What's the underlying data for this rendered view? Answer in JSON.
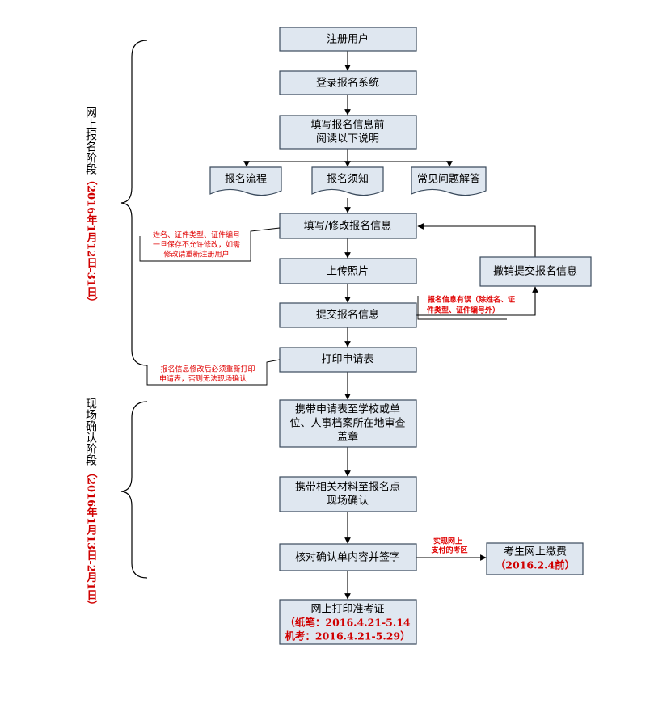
{
  "steps": {
    "register": "注册用户",
    "login": "登录报名系统",
    "read1": "填写报名信息前",
    "read2": "阅读以下说明",
    "doc_flow": "报名流程",
    "doc_notice": "报名须知",
    "doc_faq": "常见问题解答",
    "fill": "填写/修改报名信息",
    "upload": "上传照片",
    "submit": "提交报名信息",
    "cancel": "撤销提交报名信息",
    "print": "打印申请表",
    "stamp1": "携带申请表至学校或单",
    "stamp2": "位、人事档案所在地审查",
    "stamp3": "盖章",
    "confirm1": "携带相关材料至报名点",
    "confirm2": "现场确认",
    "sign": "核对确认单内容并签字",
    "pay": "考生网上缴费",
    "pay_date": "（2016.2.4前）",
    "ticket": "网上打印准考证",
    "ticket_paper": "（纸笔：2016.4.21-5.14",
    "ticket_computer": "机考：2016.4.21-5.29）"
  },
  "notes": {
    "fill_note1": "姓名、证件类型、证件编号",
    "fill_note2": "一旦保存不允许修改，如需",
    "fill_note3": "修改请重新注册用户",
    "error_note1": "报名信息有误（除姓名、证",
    "error_note2": "件类型、证件编号外）",
    "print_note1": "报名信息修改后必须重新打印",
    "print_note2": "申请表，否则无法现场确认",
    "pay_note1": "实现网上",
    "pay_note2": "支付的考区"
  },
  "phases": {
    "online_label": "网上报名阶段",
    "online_dates": "（2016年1月12日-31日）",
    "onsite_label": "现场确认阶段",
    "onsite_dates": "（2016年1月13日-2月1日）"
  }
}
